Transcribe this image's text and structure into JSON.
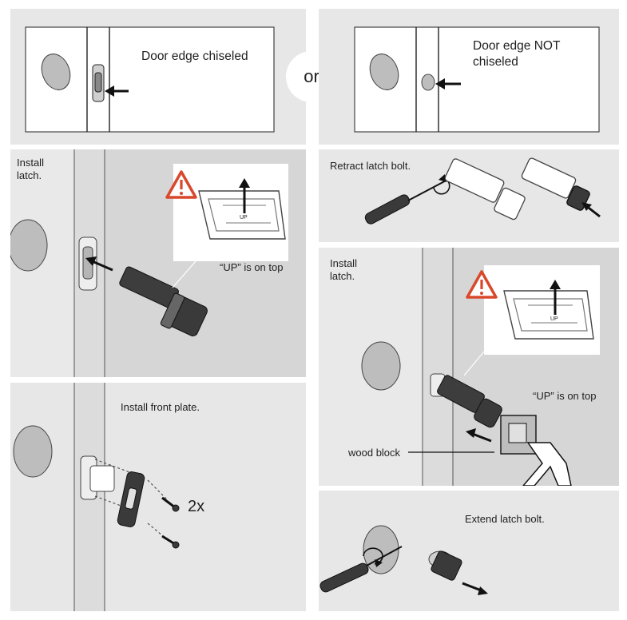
{
  "connector": "or",
  "panels": {
    "chiseled": {
      "caption": "Door edge chiseled"
    },
    "not_chiseled": {
      "caption": "Door edge NOT\nchiseled"
    },
    "install_latch_left": {
      "step": "Install\nlatch.",
      "note": "“UP” is on top",
      "up_mark": "UP"
    },
    "install_front_plate": {
      "step": "Install front plate.",
      "screw_count": "2x"
    },
    "retract": {
      "step": "Retract latch bolt."
    },
    "install_latch_right": {
      "step": "Install\nlatch.",
      "note": "“UP” is on top",
      "up_mark": "UP",
      "callout": "wood block"
    },
    "extend": {
      "step": "Extend latch bolt."
    }
  },
  "icons": [
    "warning-icon",
    "arrow-icon",
    "screwdriver-icon",
    "hammer-icon",
    "screw-icon"
  ],
  "colors": {
    "panel": "#e7e7e7",
    "panel_dark": "#d6d6d6",
    "warning": "#d9482b",
    "ink": "#1f1f1f",
    "inset": "#ffffff"
  }
}
